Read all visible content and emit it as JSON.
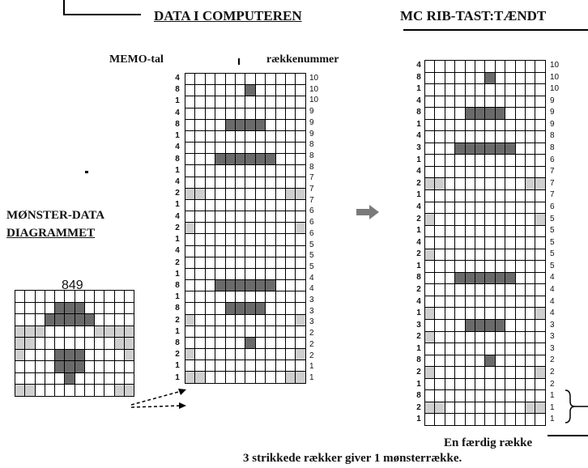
{
  "headings": {
    "data_in_computer": "DATA I COMPUTEREN",
    "mc_rib_key_on": "MC RIB-TAST:TÆNDT"
  },
  "column_labels": {
    "memo_numbers": "MEMO-tal",
    "row_numbers": "rækkenummer"
  },
  "pattern_data_label": {
    "line1": "MØNSTER-DATA",
    "line2": "DIAGRAMMET"
  },
  "pattern_number": "849",
  "captions": {
    "one_finished_row": "En færdig række",
    "knitted_rows_note": "3 strikkede rækker giver 1 mønsterrække."
  },
  "legend_colors": {
    "empty": "#ffffff",
    "light": "#cfcfcf",
    "dark": "#6a6a6a"
  },
  "diagram_pattern": [
    "000000000000",
    "000022200000",
    "000222220000",
    "111000001111",
    "110000000011",
    "100022200001",
    "000022200000",
    "000002000000",
    "110000000011"
  ],
  "computer_grid": {
    "memo_values": [
      "4",
      "8",
      "1",
      "4",
      "8",
      "1",
      "4",
      "8",
      "1",
      "4",
      "2",
      "1",
      "4",
      "2",
      "1",
      "4",
      "2",
      "1",
      "8",
      "1",
      "8",
      "2",
      "1",
      "8",
      "2",
      "1",
      "1"
    ],
    "row_numbers": [
      "10",
      "10",
      "10",
      "9",
      "9",
      "9",
      "8",
      "8",
      "8",
      "7",
      "7",
      "7",
      "6",
      "6",
      "6",
      "5",
      "5",
      "5",
      "4",
      "4",
      "3",
      "3",
      "3",
      "2",
      "2",
      "2",
      "1",
      "1"
    ],
    "rows": [
      "000000000000",
      "000000200000",
      "000000000000",
      "000000000000",
      "000022220000",
      "000000000000",
      "000000000000",
      "000222222000",
      "000000000000",
      "000000000000",
      "110000000011",
      "000000000000",
      "000000000000",
      "100000000001",
      "000000000000",
      "000000000000",
      "000000000000",
      "000000000000",
      "000222222000",
      "000000000000",
      "000022220000",
      "100000000001",
      "000000000000",
      "000000200000",
      "100000000001",
      "000000000000",
      "110000000011"
    ]
  },
  "mc_grid": {
    "memo_values": [
      "4",
      "8",
      "1",
      "4",
      "8",
      "1",
      "4",
      "3",
      "1",
      "4",
      "2",
      "1",
      "4",
      "2",
      "1",
      "4",
      "2",
      "1",
      "8",
      "2",
      "4",
      "1",
      "3",
      "2",
      "1",
      "8",
      "2",
      "1",
      "8",
      "2",
      "1"
    ],
    "row_numbers": [
      "10",
      "10",
      "10",
      "9",
      "9",
      "9",
      "8",
      "8",
      "6",
      "7",
      "7",
      "7",
      "6",
      "5",
      "5",
      "5",
      "5",
      "5",
      "4",
      "4",
      "4",
      "4",
      "3",
      "3",
      "3",
      "2",
      "2",
      "2",
      "1",
      "1",
      "1"
    ],
    "rows": [
      "000000000000",
      "000000200000",
      "000000000000",
      "000000000000",
      "000022220000",
      "000000000000",
      "000000000000",
      "000222222000",
      "000000000000",
      "000000000000",
      "110000000011",
      "000000000000",
      "000000000000",
      "100000000001",
      "000000000000",
      "000000000000",
      "100000000000",
      "000000000000",
      "000222222000",
      "000000000000",
      "000000000000",
      "100000000001",
      "000022220000",
      "100000000000",
      "000000000000",
      "000000200000",
      "100000000001",
      "000000000000",
      "000000000000",
      "110000000011",
      "000000000000"
    ]
  }
}
